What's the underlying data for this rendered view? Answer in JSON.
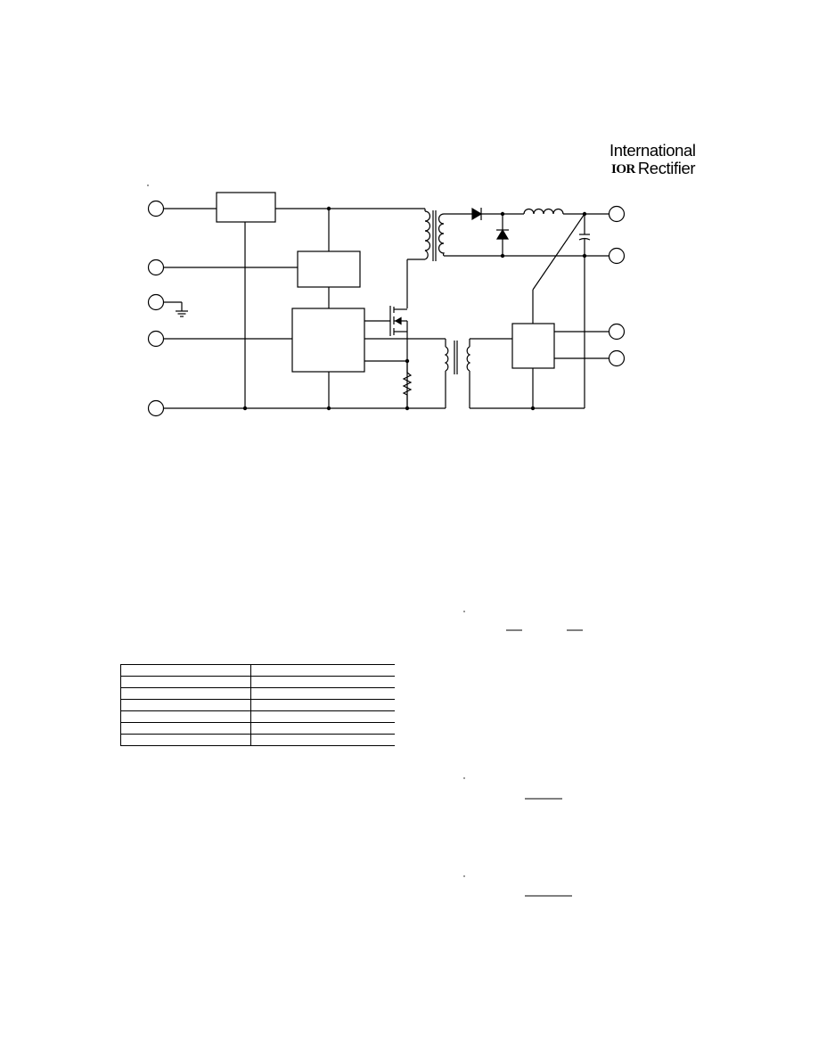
{
  "logo": {
    "line1": "International",
    "mark": "IOR",
    "line2": "Rectifier"
  },
  "table": {
    "rows": 7,
    "columns": 2
  }
}
